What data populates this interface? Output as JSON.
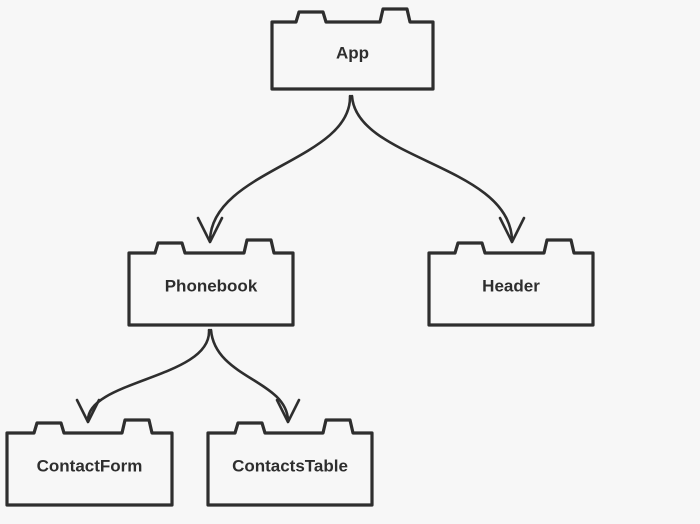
{
  "nodes": {
    "app": "App",
    "phonebook": "Phonebook",
    "header": "Header",
    "contact_form": "ContactForm",
    "contacts_table": "ContactsTable"
  },
  "edges": [
    {
      "from": "App",
      "to": "Phonebook"
    },
    {
      "from": "App",
      "to": "Header"
    },
    {
      "from": "Phonebook",
      "to": "ContactForm"
    },
    {
      "from": "Phonebook",
      "to": "ContactsTable"
    }
  ],
  "colors": {
    "background": "#f7f7f7",
    "stroke": "#2e2e2e",
    "text": "#2e2e2e"
  }
}
